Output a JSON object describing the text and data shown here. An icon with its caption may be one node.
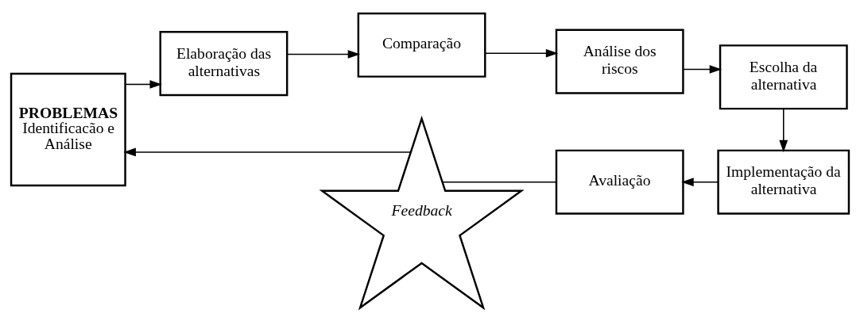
{
  "diagram": {
    "nodes": [
      {
        "text": [
          "PROBLEMAS",
          "Identificacão e Análise"
        ]
      },
      {
        "text": [
          "Elaboração das alternativas"
        ]
      },
      {
        "text": [
          "Comparação"
        ]
      },
      {
        "text": [
          "Análise dos riscos"
        ]
      },
      {
        "text": [
          "Escolha da alternativa"
        ]
      },
      {
        "text": [
          "Implementação da alternativa"
        ]
      },
      {
        "text": [
          "Avaliação"
        ]
      },
      {
        "text": [
          "Feedback"
        ]
      }
    ],
    "edges": [
      {
        "from": 0,
        "to": 1,
        "arrow": "to"
      },
      {
        "from": 1,
        "to": 2,
        "arrow": "to"
      },
      {
        "from": 2,
        "to": 3,
        "arrow": "to"
      },
      {
        "from": 3,
        "to": 4,
        "arrow": "to"
      },
      {
        "from": 4,
        "to": 5,
        "arrow": "to"
      },
      {
        "from": 5,
        "to": 6,
        "arrow": "to"
      },
      {
        "from": 6,
        "to": 7,
        "arrow": "none"
      },
      {
        "from": 7,
        "to": 0,
        "arrow": "to"
      }
    ]
  }
}
